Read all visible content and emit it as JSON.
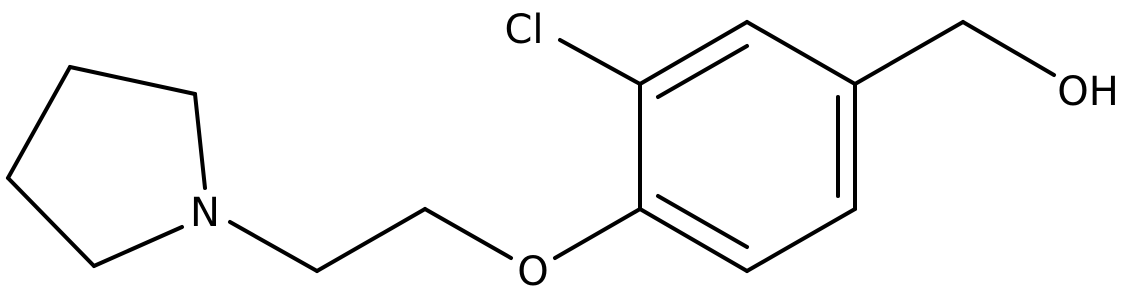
{
  "molecule": {
    "atoms": {
      "chlorine": "Cl",
      "hydroxyl": "OH",
      "ether_oxygen": "O",
      "nitrogen": "N"
    }
  },
  "colors": {
    "bond": "#000000",
    "label": "#000000",
    "background": "#ffffff"
  }
}
